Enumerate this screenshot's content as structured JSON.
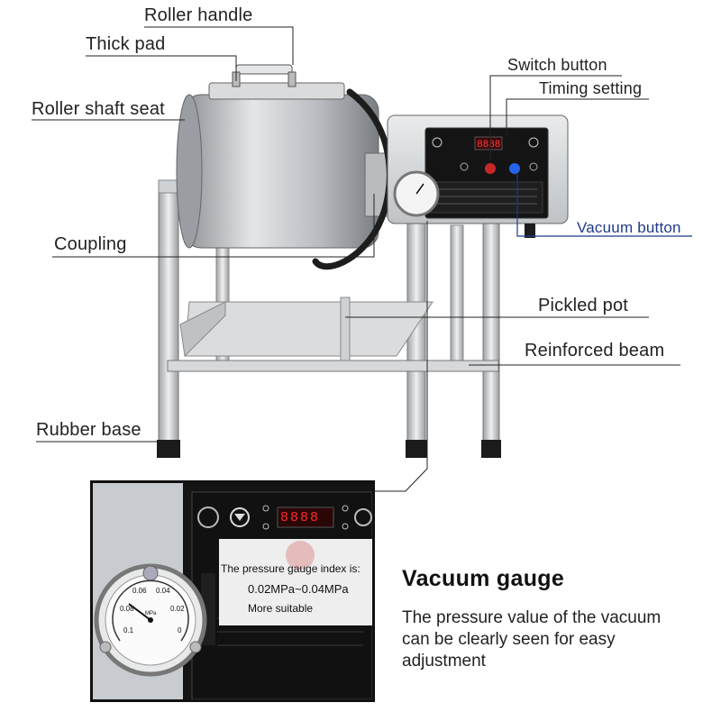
{
  "callouts": {
    "roller_handle": "Roller handle",
    "thick_pad": "Thick pad",
    "roller_shaft_seat": "Roller shaft seat",
    "coupling": "Coupling",
    "rubber_base": "Rubber base",
    "switch_button": "Switch button",
    "timing_setting": "Timing setting",
    "vacuum_button": "Vacuum button",
    "pickled_pot": "Pickled pot",
    "reinforced_beam": "Reinforced beam"
  },
  "inset": {
    "gauge_note_title": "The pressure gauge index is:",
    "gauge_range": "0.02MPa~0.04MPa",
    "gauge_note": "More suitable",
    "display_value": "8888"
  },
  "feature": {
    "title": "Vacuum gauge",
    "description": "The pressure value of the vacuum can be clearly seen for easy adjustment"
  },
  "colors": {
    "steel": "#c9ccd0",
    "panel": "#1a1a1a",
    "accent_blue": "#1f3a8a"
  }
}
